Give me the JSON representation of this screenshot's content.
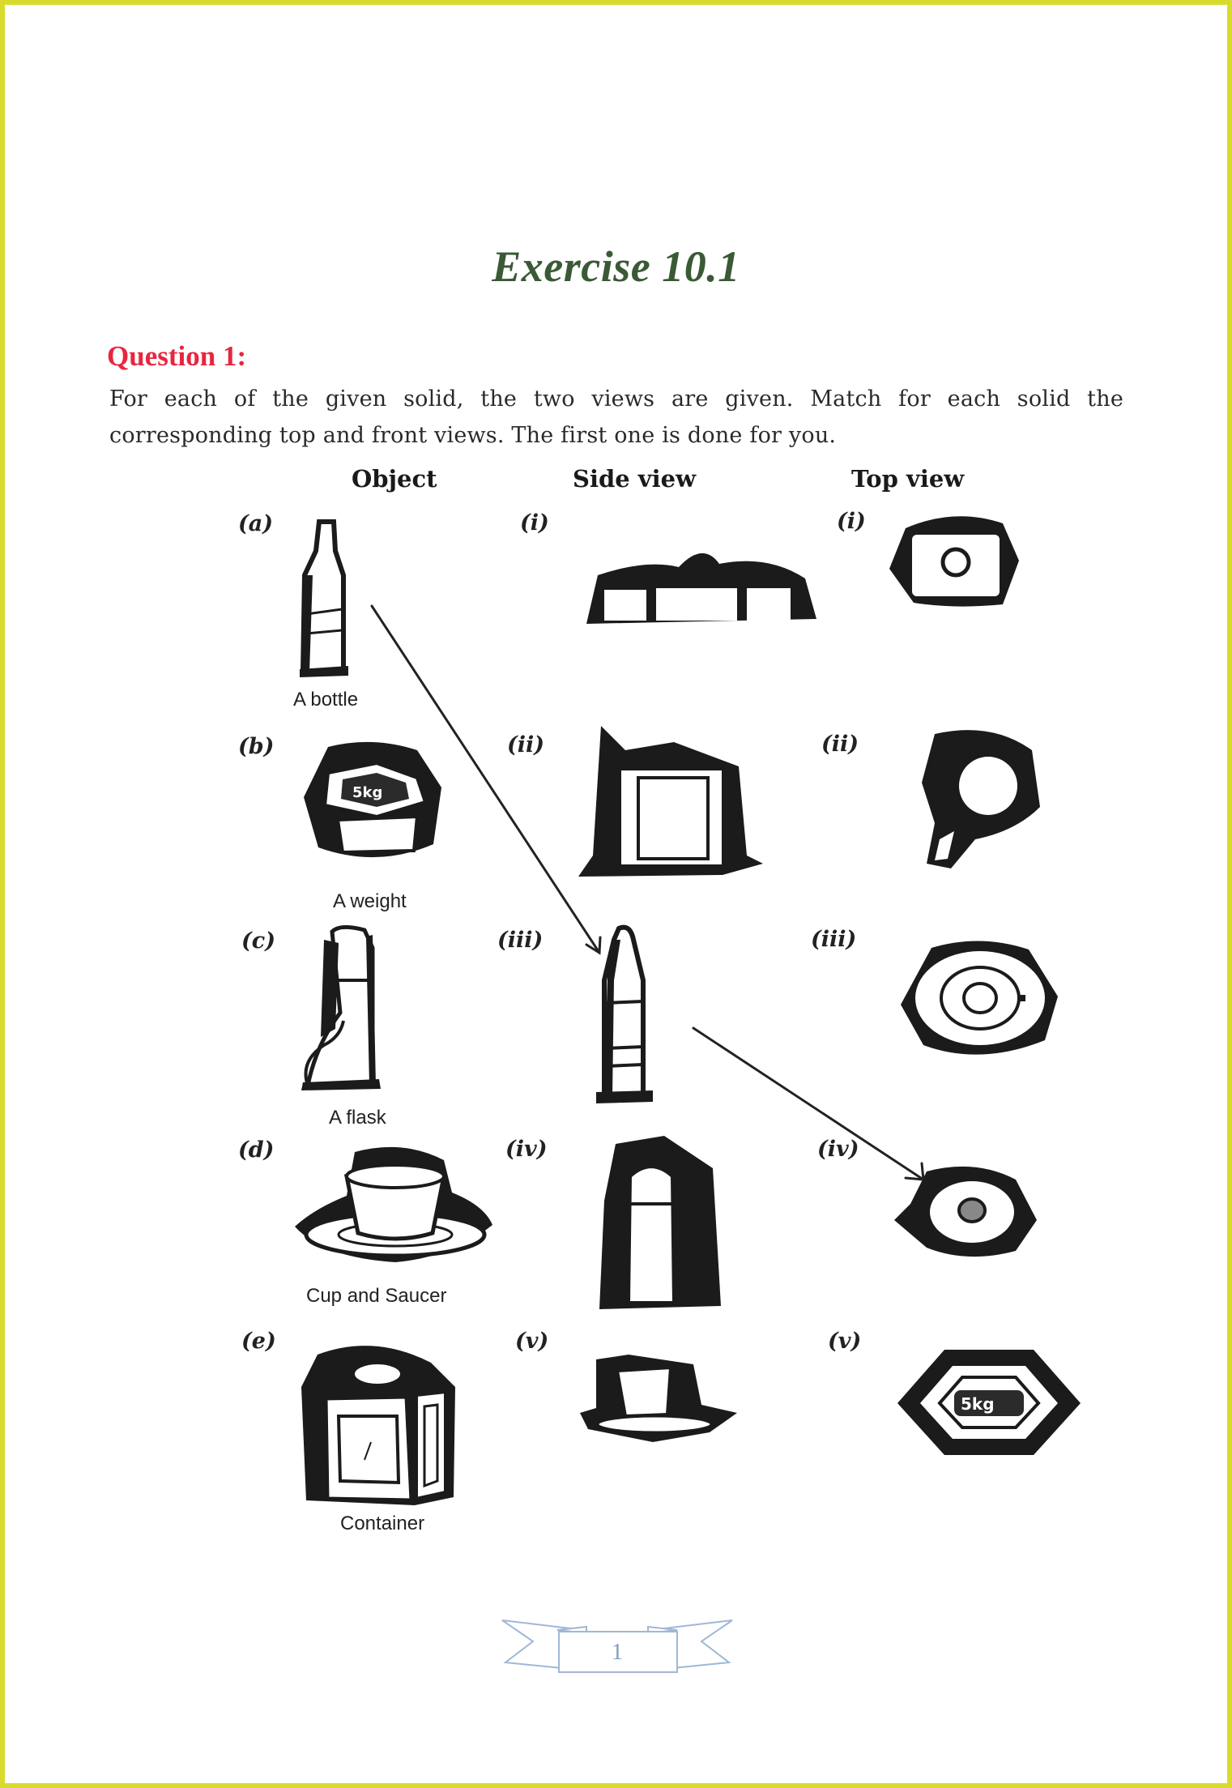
{
  "page": {
    "border_color": "#d8db2b",
    "page_number": "1"
  },
  "exercise": {
    "title": "Exercise 10.1",
    "title_color": "#3a5a36"
  },
  "question": {
    "label": "Question 1:",
    "label_color": "#e8263f",
    "text": "For each of the given solid, the two views are given. Match for each solid the corresponding top and front views. The first one is done for you."
  },
  "figure": {
    "column_headers": {
      "object": "Object",
      "side_view": "Side view",
      "top_view": "Top view"
    },
    "objects": [
      {
        "label": "(a)",
        "caption": "A bottle",
        "icon": "bottle-icon"
      },
      {
        "label": "(b)",
        "caption": "A weight",
        "icon": "weight-icon"
      },
      {
        "label": "(c)",
        "caption": "A flask",
        "icon": "flask-icon"
      },
      {
        "label": "(d)",
        "caption": "Cup and Saucer",
        "icon": "cup-and-saucer-icon"
      },
      {
        "label": "(e)",
        "caption": "Container",
        "icon": "container-icon"
      }
    ],
    "side_views": [
      {
        "label": "(i)",
        "depicts": "weight-side-view-icon"
      },
      {
        "label": "(ii)",
        "depicts": "container-side-view-icon"
      },
      {
        "label": "(iii)",
        "depicts": "bottle-side-view-icon"
      },
      {
        "label": "(iv)",
        "depicts": "flask-side-view-icon"
      },
      {
        "label": "(v)",
        "depicts": "cup-saucer-side-view-icon"
      }
    ],
    "top_views": [
      {
        "label": "(i)",
        "depicts": "container-top-view-icon"
      },
      {
        "label": "(ii)",
        "depicts": "flask-top-view-icon"
      },
      {
        "label": "(iii)",
        "depicts": "cup-saucer-top-view-icon"
      },
      {
        "label": "(iv)",
        "depicts": "bottle-top-view-icon"
      },
      {
        "label": "(v)",
        "depicts": "weight-top-view-icon"
      }
    ],
    "example_match": {
      "object": "(a)",
      "side_view": "(iii)",
      "top_view": "(iv)"
    }
  }
}
